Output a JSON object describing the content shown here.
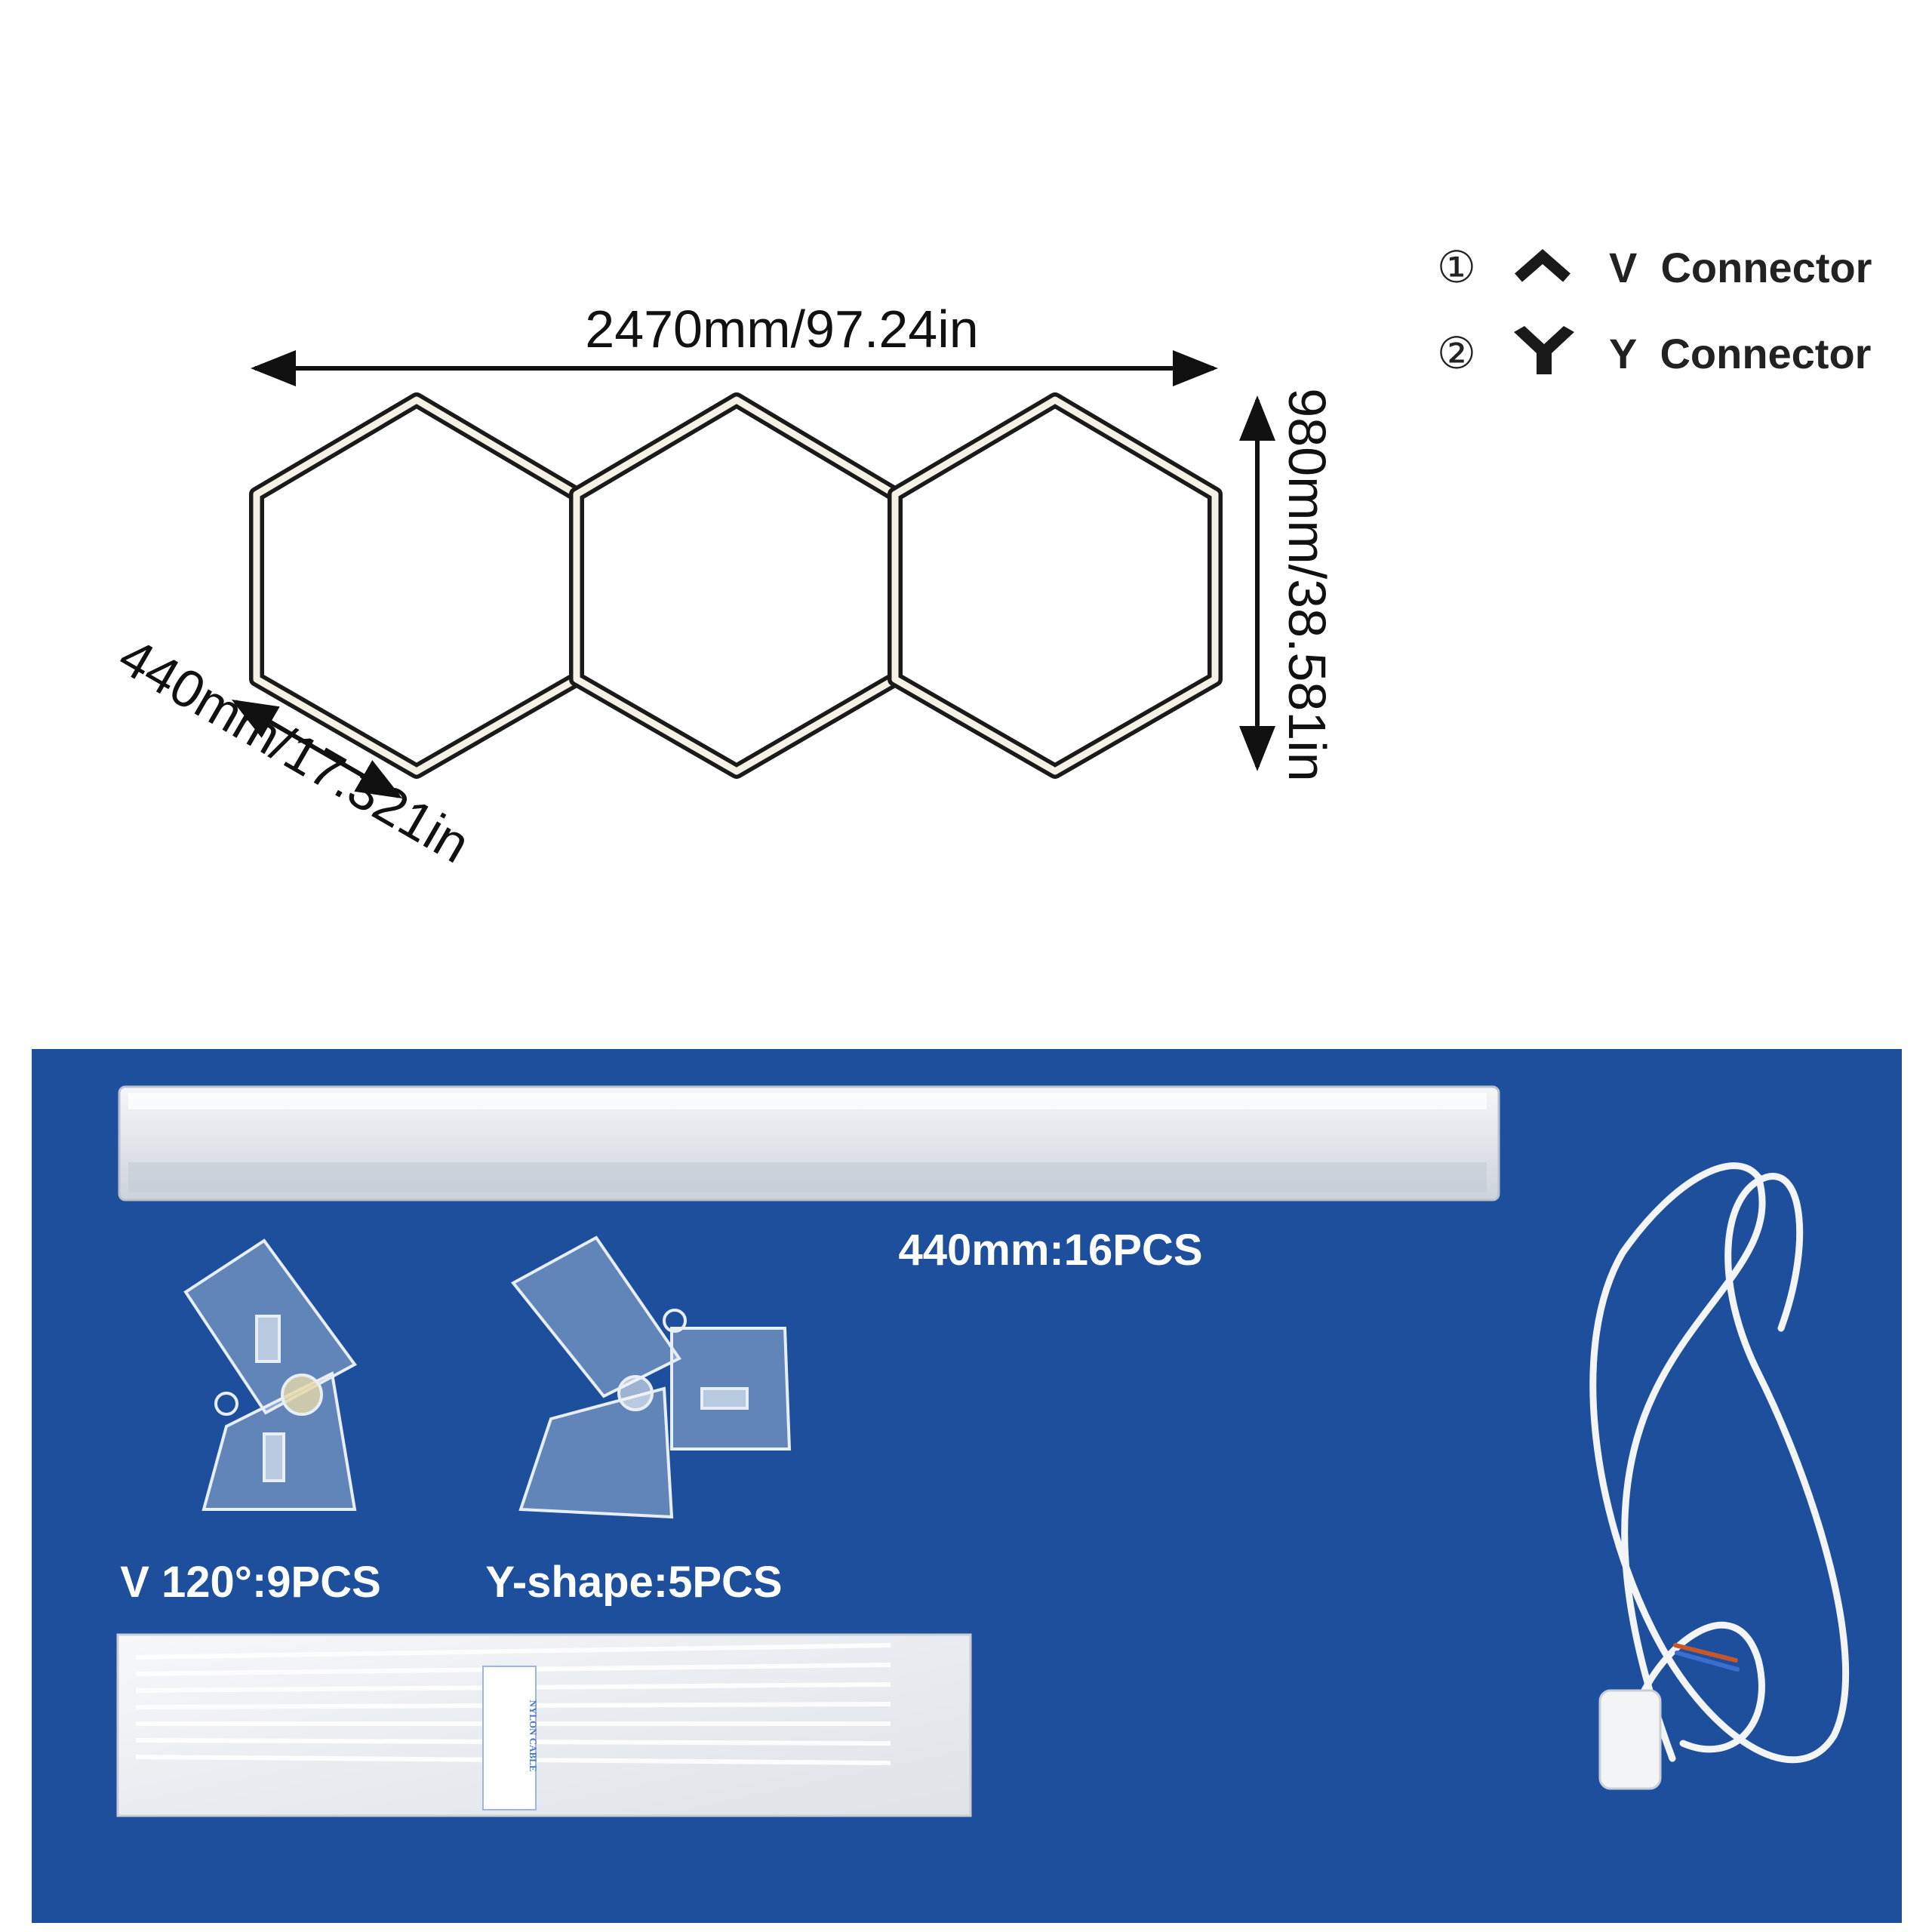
{
  "dimensions": {
    "width_label": "2470mm/97.24in",
    "height_label": "980mm/38.581in",
    "side_label": "440mm/17.321in"
  },
  "legend": [
    {
      "number": "①",
      "icon": "v-connector-icon",
      "label": "V  Connector"
    },
    {
      "number": "②",
      "icon": "y-connector-icon",
      "label": "Y  Connector"
    }
  ],
  "parts": {
    "bar_label": "440mm:16PCS",
    "v_label": "V 120°:9PCS",
    "y_label": "Y-shape:5PCS",
    "ties_package_text": "NYLON CABLE"
  },
  "colors": {
    "panel_background": "#1e4f9c",
    "frame_dark": "#1a1a1a",
    "frame_light": "#f5f1e6"
  }
}
